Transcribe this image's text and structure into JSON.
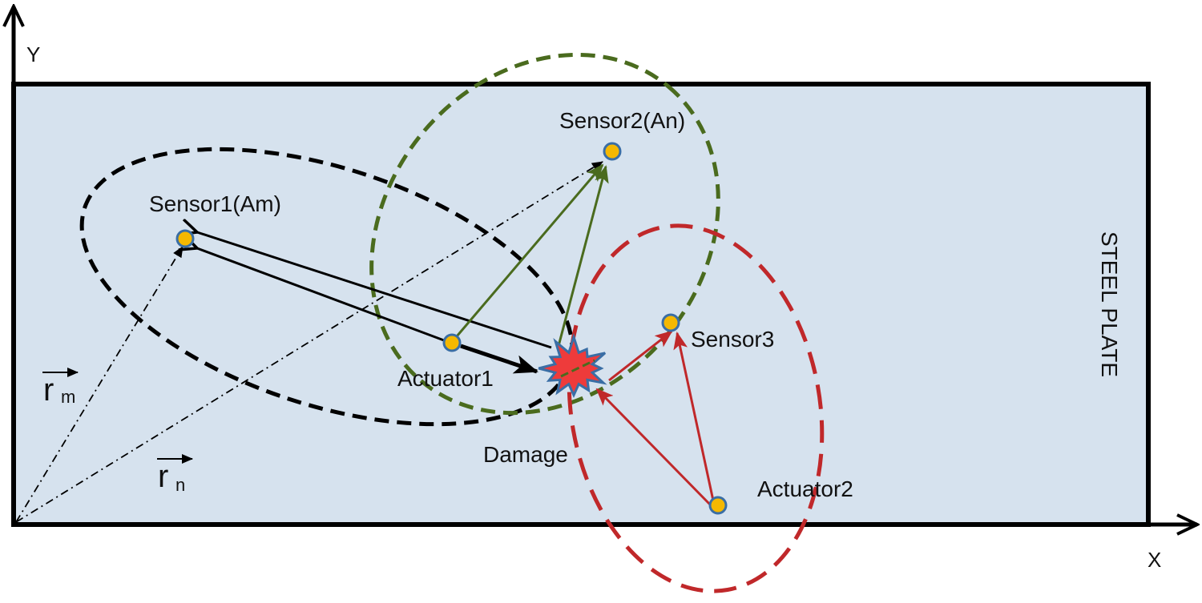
{
  "labels": {
    "y_axis": "Y",
    "x_axis": "X",
    "plate": "STEEL PLATE",
    "sensor1": "Sensor1(Am)",
    "sensor2": "Sensor2(An)",
    "sensor3": "Sensor3",
    "actuator1": "Actuator1",
    "actuator2": "Actuator2",
    "damage": "Damage",
    "rm_main": "r",
    "rm_sub": "m",
    "rn_main": "r",
    "rn_sub": "n"
  },
  "colors": {
    "plate_fill": "#d6e2ee",
    "outline": "#000000",
    "node_fill": "#f5b800",
    "node_stroke": "#3a6ea5",
    "black_path": "#000000",
    "green_path": "#4a6b1e",
    "red_path": "#c0282a",
    "damage_fill": "#ee3b3b",
    "damage_stroke": "#3a6ea5"
  },
  "icons": {
    "node": "transducer-dot-icon",
    "damage": "damage-star-icon"
  }
}
